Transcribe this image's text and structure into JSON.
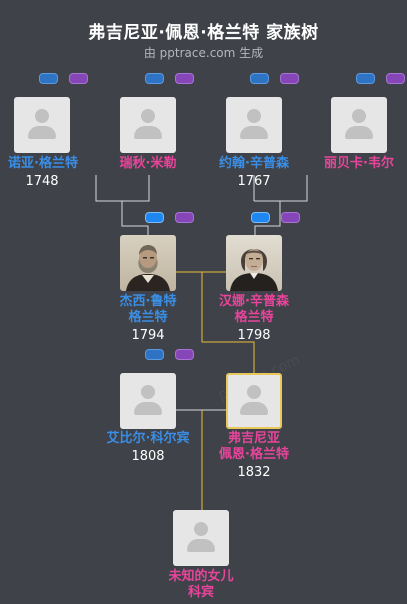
{
  "title": "弗吉尼亚·佩恩·格兰特 家族树",
  "subtitle": "由 pptrace.com 生成",
  "watermark": "pptrace.com",
  "colors": {
    "male": "#3a8ee6",
    "female": "#e8449b",
    "link": "#d6d8db",
    "selected_link": "#e8b93c",
    "selected_border": "#e8c85a"
  },
  "people": [
    {
      "id": "noah",
      "name_lines": [
        "诺亚·格兰特"
      ],
      "year": "1748",
      "gender": "male"
    },
    {
      "id": "rachel",
      "name_lines": [
        "瑞秋·米勒"
      ],
      "year": "",
      "gender": "female"
    },
    {
      "id": "john",
      "name_lines": [
        "约翰·辛普森"
      ],
      "year": "1767",
      "gender": "male"
    },
    {
      "id": "rebecca",
      "name_lines": [
        "丽贝卡·韦尔"
      ],
      "year": "",
      "gender": "female"
    },
    {
      "id": "jesse",
      "name_lines": [
        "杰西·鲁特",
        "格兰特"
      ],
      "year": "1794",
      "gender": "male",
      "photo": "old-man-portrait"
    },
    {
      "id": "hannah",
      "name_lines": [
        "汉娜·辛普森",
        "格兰特"
      ],
      "year": "1798",
      "gender": "female",
      "photo": "old-woman-portrait"
    },
    {
      "id": "abiel",
      "name_lines": [
        "艾比尔·科尔宾"
      ],
      "year": "1808",
      "gender": "male"
    },
    {
      "id": "virginia",
      "name_lines": [
        "弗吉尼亚",
        "佩恩·格兰特"
      ],
      "year": "1832",
      "gender": "female",
      "selected": true
    },
    {
      "id": "daughter",
      "name_lines": [
        "未知的女儿",
        "科宾"
      ],
      "year": "",
      "gender": "female"
    }
  ]
}
